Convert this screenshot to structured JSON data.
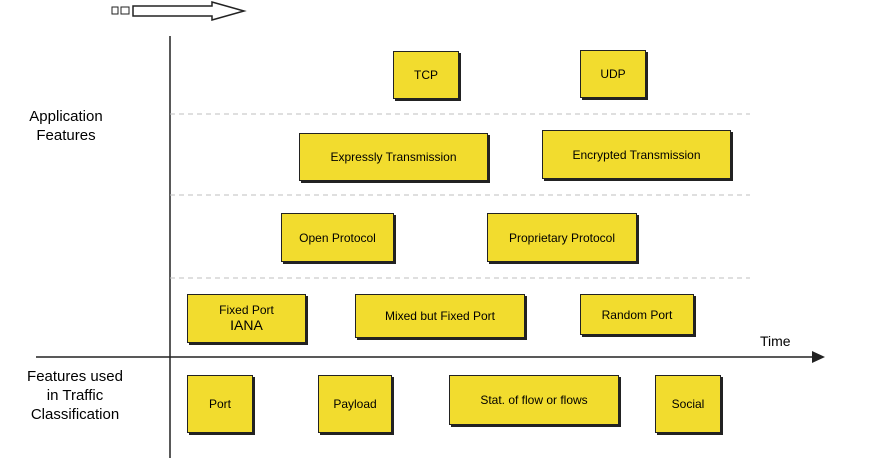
{
  "header_icon": "arrow-icon",
  "y_axis": {
    "top_label": [
      "Application",
      "Features"
    ],
    "bottom_label": [
      "Features used",
      "in Traffic",
      "Classification"
    ]
  },
  "x_axis": {
    "label": "Time"
  },
  "rows": [
    {
      "name": "transport",
      "boxes": [
        {
          "id": "tcp",
          "lines": [
            "TCP"
          ]
        },
        {
          "id": "udp",
          "lines": [
            "UDP"
          ]
        }
      ]
    },
    {
      "name": "transmission",
      "boxes": [
        {
          "id": "expressly",
          "lines": [
            "Expressly Transmission"
          ]
        },
        {
          "id": "encrypted",
          "lines": [
            "Encrypted Transmission"
          ]
        }
      ]
    },
    {
      "name": "protocol",
      "boxes": [
        {
          "id": "open",
          "lines": [
            "Open Protocol"
          ]
        },
        {
          "id": "proprietary",
          "lines": [
            "Proprietary Protocol"
          ]
        }
      ]
    },
    {
      "name": "port",
      "boxes": [
        {
          "id": "fixed",
          "lines": [
            "Fixed Port",
            "IANA"
          ]
        },
        {
          "id": "mixed",
          "lines": [
            "Mixed but Fixed Port"
          ]
        },
        {
          "id": "random",
          "lines": [
            "Random Port"
          ]
        }
      ]
    },
    {
      "name": "classification",
      "boxes": [
        {
          "id": "port",
          "lines": [
            "Port"
          ]
        },
        {
          "id": "payload",
          "lines": [
            "Payload"
          ]
        },
        {
          "id": "stat",
          "lines": [
            "Stat. of flow or flows"
          ]
        },
        {
          "id": "social",
          "lines": [
            "Social"
          ]
        }
      ]
    }
  ],
  "colors": {
    "box_fill": "#f2dc2e",
    "line": "#222222",
    "dashed": "#bfbfbf"
  }
}
